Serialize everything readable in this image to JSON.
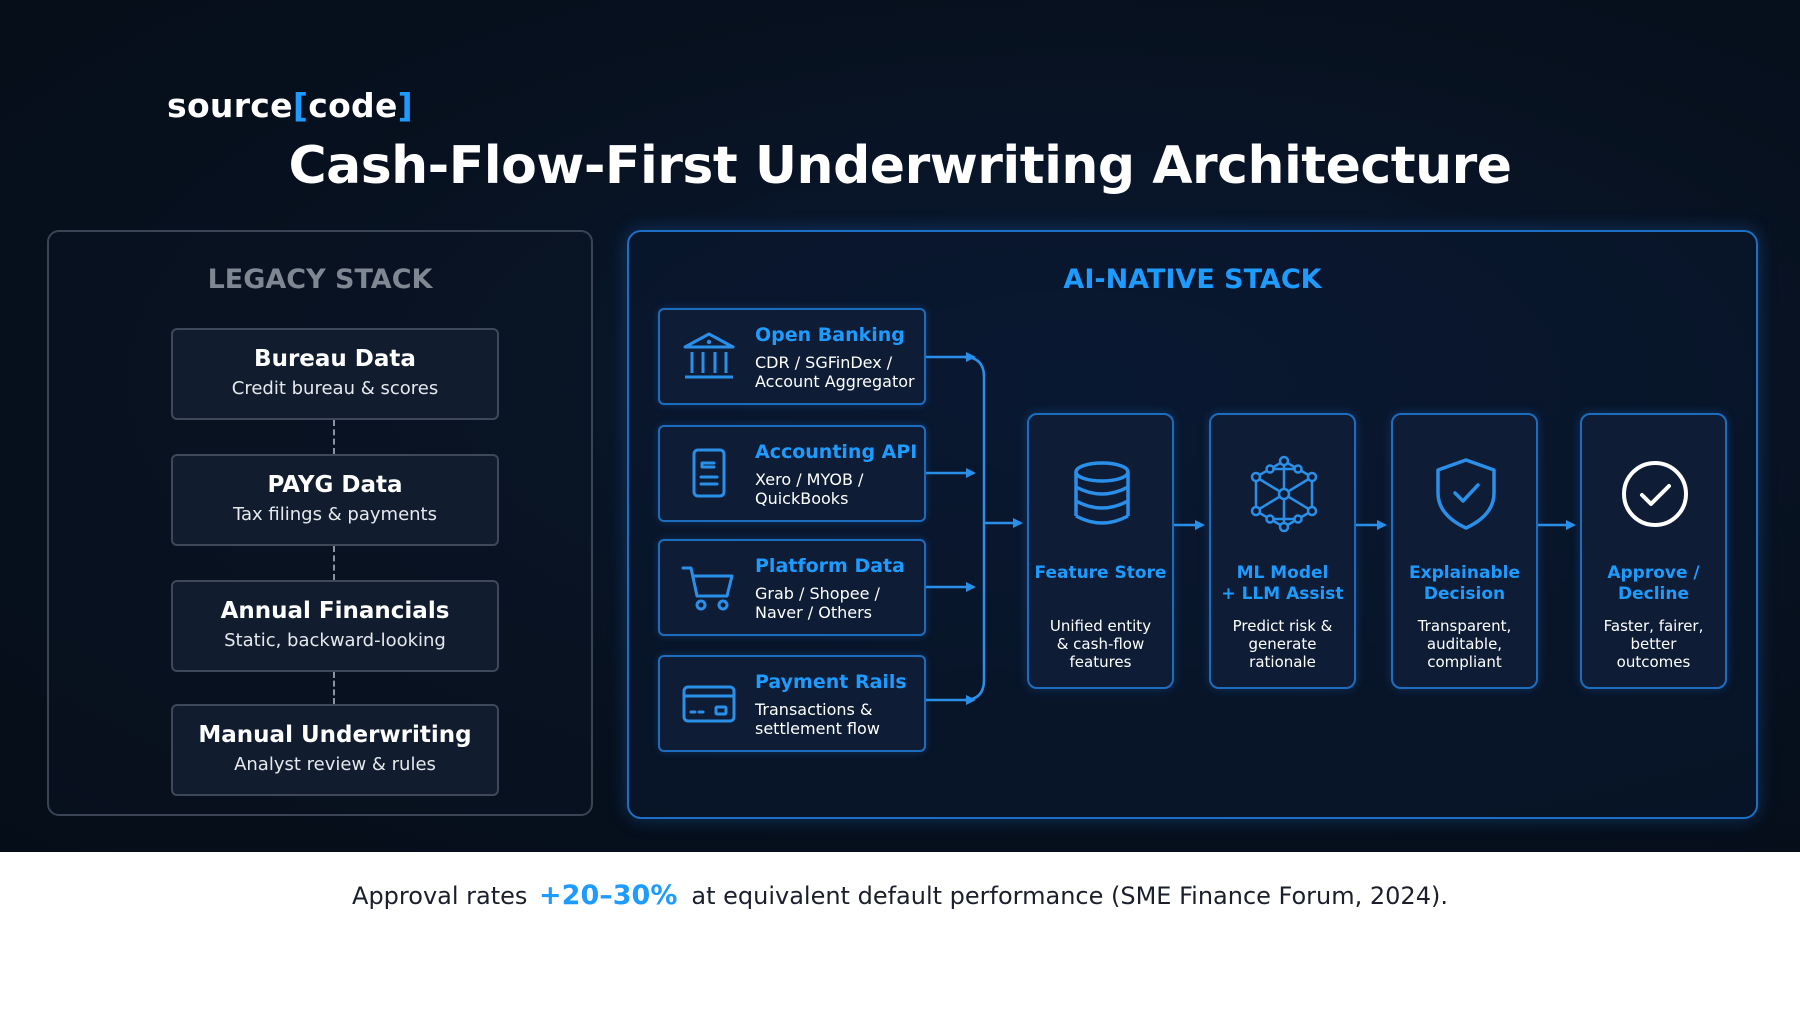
{
  "brand": {
    "name": "source",
    "bracket_open": "[",
    "name_inner": "code",
    "bracket_close": "]"
  },
  "title": "Cash-Flow-First Underwriting Architecture",
  "legacy": {
    "heading": "LEGACY STACK",
    "items": [
      {
        "title": "Bureau Data",
        "subtitle": "Credit bureau & scores"
      },
      {
        "title": "PAYG Data",
        "subtitle": "Tax filings & payments"
      },
      {
        "title": "Annual Financials",
        "subtitle": "Static, backward-looking"
      },
      {
        "title": "Manual Underwriting",
        "subtitle": "Analyst review & rules"
      }
    ]
  },
  "ai_native": {
    "heading": "AI-NATIVE STACK",
    "sources": [
      {
        "title": "Open Banking",
        "line1": "CDR / SGFinDex /",
        "line2": "Account Aggregator",
        "icon": "bank-icon"
      },
      {
        "title": "Accounting API",
        "line1": "Xero / MYOB /",
        "line2": "QuickBooks",
        "icon": "document-icon"
      },
      {
        "title": "Platform Data",
        "line1": "Grab / Shopee /",
        "line2": "Naver / Others",
        "icon": "shopping-cart-icon"
      },
      {
        "title": "Payment Rails",
        "line1": "Transactions &",
        "line2": "settlement flow",
        "icon": "credit-card-icon"
      }
    ],
    "stages": [
      {
        "title1": "Feature Store",
        "title2": "",
        "line1": "Unified entity",
        "line2": "& cash-flow",
        "line3": "features",
        "icon": "database-icon"
      },
      {
        "title1": "ML Model",
        "title2": "+ LLM Assist",
        "line1": "Predict risk &",
        "line2": "generate",
        "line3": "rationale",
        "icon": "network-icon"
      },
      {
        "title1": "Explainable",
        "title2": "Decision",
        "line1": "Transparent,",
        "line2": "auditable,",
        "line3": "compliant",
        "icon": "shield-check-icon"
      },
      {
        "title1": "Approve /",
        "title2": "Decline",
        "line1": "Faster, fairer,",
        "line2": "better",
        "line3": "outcomes",
        "icon": "check-circle-icon"
      }
    ]
  },
  "footer": {
    "prefix": "Approval rates",
    "highlight": "+20–30%",
    "suffix": "at equivalent default performance (SME Finance Forum, 2024)."
  },
  "colors": {
    "accent": "#1e9bff",
    "background": "#07111f",
    "legacy_border": "#3f4858",
    "ai_border": "#1d6dbf"
  }
}
